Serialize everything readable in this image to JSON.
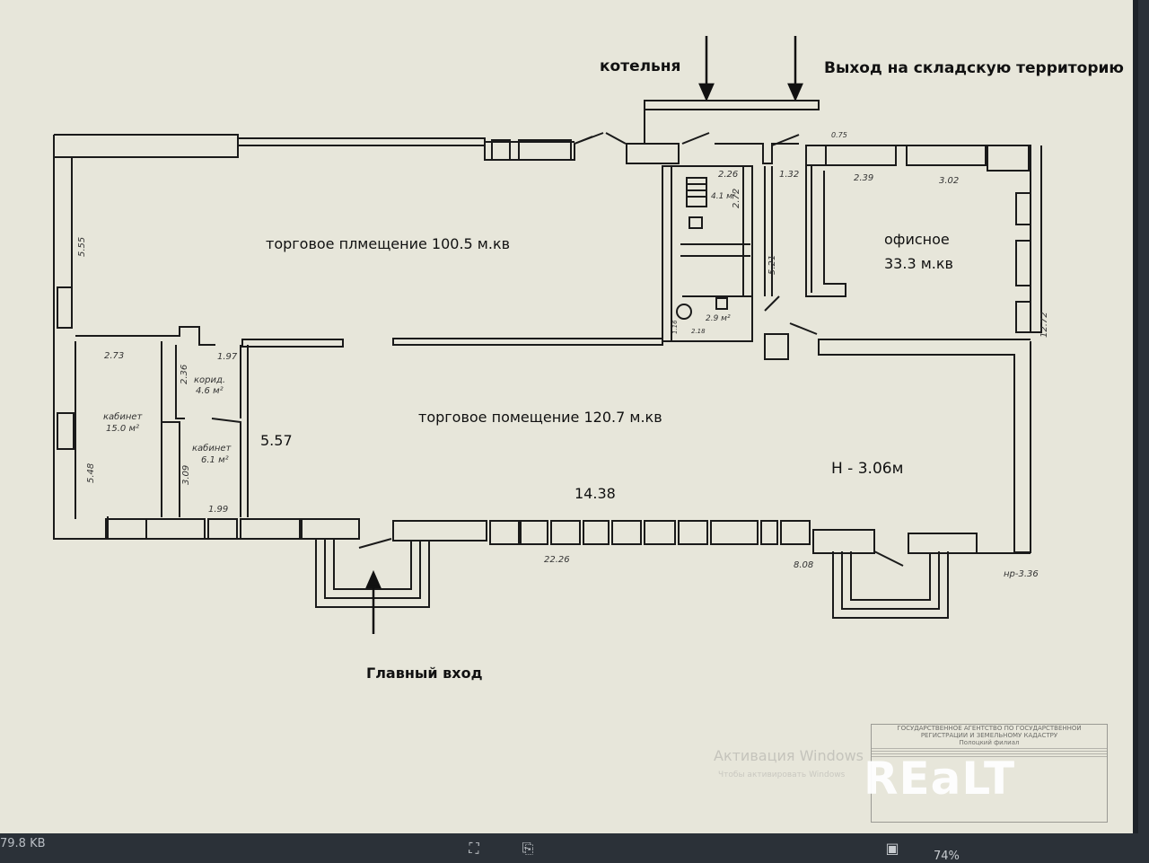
{
  "labels": {
    "boiler": "котельня",
    "exit": "Выход на складскую территорию",
    "main_entrance": "Главный вход",
    "hall1": "торговое плмещение 100.5 м.кв",
    "hall2": "торговое помещение 120.7 м.кв",
    "office_name": "офисное",
    "office_area": "33.3 м.кв",
    "height": "Н - 3.06м",
    "dim_557": "5.57",
    "dim_1438": "14.38"
  },
  "small_labels": {
    "cab1": "кабинет",
    "cab1_area": "15.0 м²",
    "cab2": "кабинет",
    "cab2_area": "6.1 м²",
    "corr": "корид.",
    "corr_area": "4.6 м²",
    "wc1_area": "4.1 м²",
    "wc2_area": "2.9 м²"
  },
  "dims": {
    "d555": "5.55",
    "d273": "2.73",
    "d197": "1.97",
    "d236": "2.36",
    "d548": "5.48",
    "d309": "3.09",
    "d199": "1.99",
    "d226": "2.26",
    "d272": "2.72",
    "d132": "1.32",
    "d075": "0.75",
    "d239": "2.39",
    "d302": "3.02",
    "d521": "5.21",
    "d1272": "12.72",
    "d2226": "22.26",
    "d808": "8.08",
    "d336": "нр-3.36",
    "d218": "2.18",
    "d116": "1.16"
  },
  "overlay": {
    "watermark": "Активация Windows",
    "watermark_sub": "Чтобы активировать Windows",
    "brand": "REaLT",
    "stamp_lines": [
      "ГОСУДАРСТВЕННОЕ АГЕНТСТВО ПО ГОСУДАРСТВЕННОЙ",
      "РЕГИСТРАЦИИ И ЗЕМЕЛЬНОМУ КАДАСТРУ",
      "Полоцкий филиал"
    ]
  },
  "taskbar": {
    "file_size": "79.8 KB",
    "zoom": "74%"
  }
}
